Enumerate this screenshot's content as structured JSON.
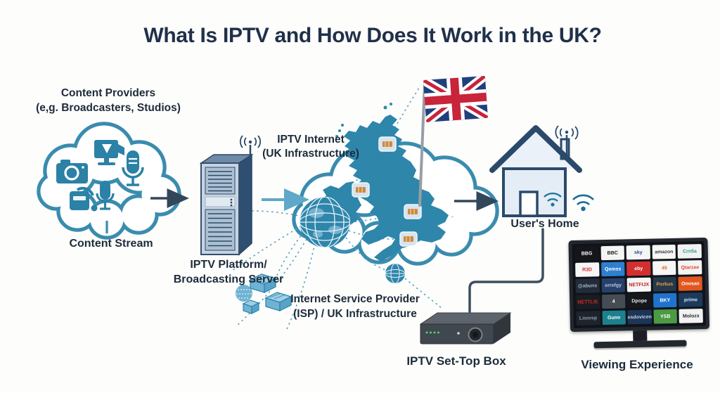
{
  "title": "What Is IPTV and How Does It Work in the UK?",
  "content_providers": {
    "label1": "Content Providers",
    "label2": "(e,g. Broadcasters, Studios)",
    "stream_label": "Content Stream",
    "icons": [
      "video-camera",
      "photo-camera",
      "microphone",
      "microphone",
      "audio-recorder"
    ]
  },
  "server": {
    "label1": "IPTV Platform/",
    "label2": "Broadcasting Server",
    "icons": [
      "server-tower",
      "antenna"
    ]
  },
  "internet": {
    "label1": "IPTV Internet",
    "label2": "(UK Infrastructure)",
    "icons": [
      "uk-map",
      "uk-flag",
      "globe",
      "network-node",
      "router"
    ]
  },
  "isp": {
    "label1": "Internet Service Provider",
    "label2": "(ISP) / UK Infrastructure"
  },
  "home": {
    "label": "User's Home",
    "icons": [
      "house",
      "antenna",
      "wifi",
      "wifi"
    ]
  },
  "set_top_box": {
    "label": "IPTV Set-Top Box"
  },
  "tv": {
    "label": "Viewing Experience",
    "tiles": [
      {
        "label": "BBG",
        "bg": "#15161a",
        "fg": "#ffffff"
      },
      {
        "label": "BBC",
        "bg": "#f4f4f4",
        "fg": "#141414"
      },
      {
        "label": "sky",
        "bg": "#f6f6f6",
        "fg": "#1b4fa0"
      },
      {
        "label": "amazon",
        "bg": "#f6f6f6",
        "fg": "#3a3a3a"
      },
      {
        "label": "Crn5a",
        "bg": "#f2f2f2",
        "fg": "#2a9f8f"
      },
      {
        "label": "R3D",
        "bg": "#f6f6f6",
        "fg": "#d8242a"
      },
      {
        "label": "Qemss",
        "bg": "#2e7fd0",
        "fg": "#ffffff"
      },
      {
        "label": "eby",
        "bg": "#d42f2f",
        "fg": "#ffffff"
      },
      {
        "label": "49",
        "bg": "#f6f6f6",
        "fg": "#e2702a"
      },
      {
        "label": "Qtarzee",
        "bg": "#f4f4f4",
        "fg": "#e0452a"
      },
      {
        "label": "@abuns",
        "bg": "#222c38",
        "fg": "#9fb6c6"
      },
      {
        "label": "errefgy",
        "bg": "#27406b",
        "fg": "#b9c6e0"
      },
      {
        "label": "NETFIJX",
        "bg": "#f6f6f6",
        "fg": "#c11a1a"
      },
      {
        "label": "Porkus",
        "bg": "#26384c",
        "fg": "#e8a33c"
      },
      {
        "label": "Onosas",
        "bg": "#e2571f",
        "fg": "#ffffff"
      },
      {
        "label": "NETTLIE",
        "bg": "#191d23",
        "fg": "#d6281e"
      },
      {
        "label": "4",
        "bg": "#454c54",
        "fg": "#ffffff"
      },
      {
        "label": "Dpope",
        "bg": "#14181d",
        "fg": "#e8e8e8"
      },
      {
        "label": "BKY",
        "bg": "#1f73cf",
        "fg": "#ffffff"
      },
      {
        "label": "prime",
        "bg": "#1b3a5c",
        "fg": "#cfe4f5"
      },
      {
        "label": "Lisnrep",
        "bg": "#1e242c",
        "fg": "#8f9fae"
      },
      {
        "label": "Guno",
        "bg": "#1d808e",
        "fg": "#ffffff"
      },
      {
        "label": "esdovicen",
        "bg": "#1d3557",
        "fg": "#c7d2e0"
      },
      {
        "label": "YSB",
        "bg": "#4c9a44",
        "fg": "#ffffff"
      },
      {
        "label": "Molozx",
        "bg": "#f2f2f2",
        "fg": "#23272e"
      }
    ]
  },
  "colors": {
    "teal_outline": "#3a8cae",
    "map_fill": "#2e86ab",
    "icon_teal": "#2b81a6",
    "navy": "#31485e",
    "light_arrow": "#5fa8c9",
    "text": "#1d2b3a",
    "flag_navy": "#20407c",
    "flag_red": "#c8243a"
  }
}
